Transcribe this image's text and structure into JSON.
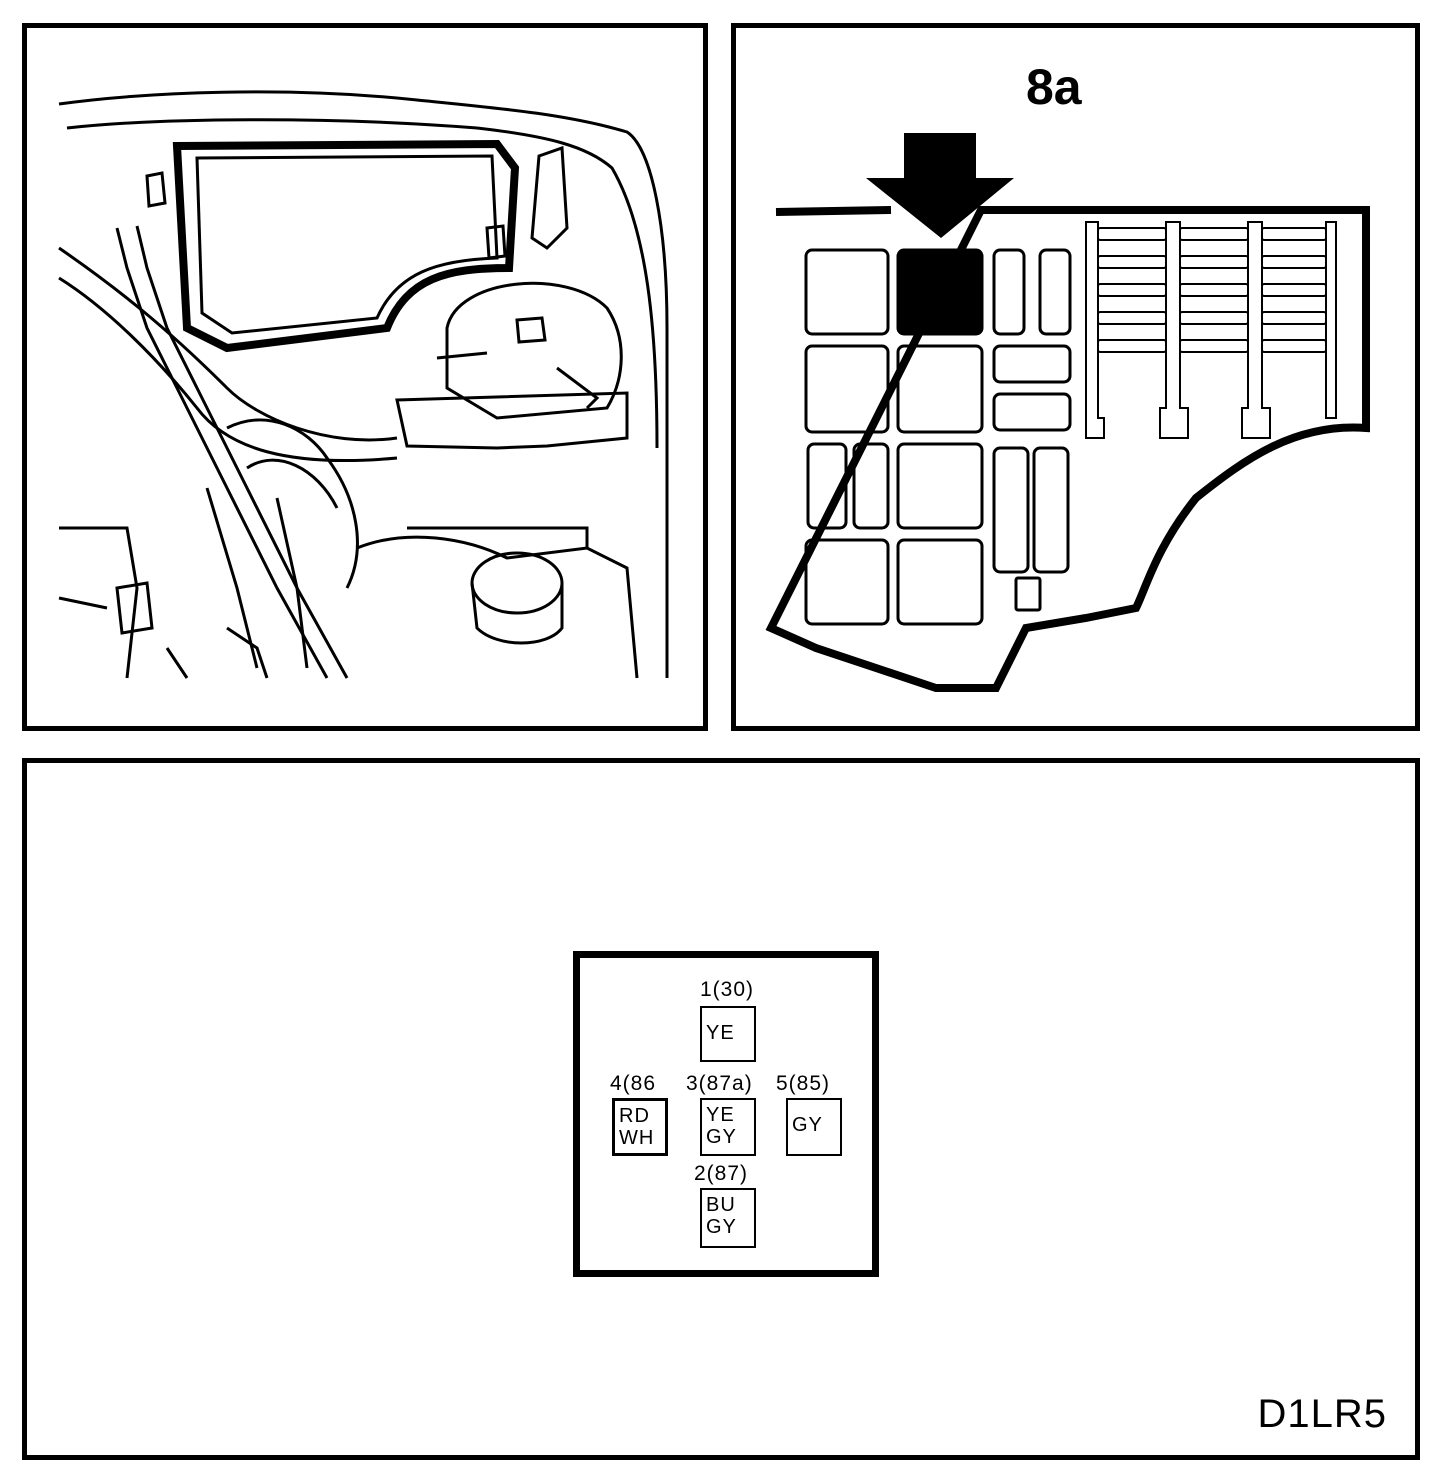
{
  "fuse_box": {
    "title": "8a"
  },
  "connector": {
    "pins": [
      {
        "label": "1(30)",
        "wires": [
          "YE"
        ]
      },
      {
        "label": "4(86",
        "wires": [
          "RD",
          "WH"
        ]
      },
      {
        "label": "3(87a)",
        "wires": [
          "YE",
          "GY"
        ]
      },
      {
        "label": "5(85)",
        "wires": [
          "GY"
        ]
      },
      {
        "label": "2(87)",
        "wires": [
          "BU",
          "GY"
        ]
      }
    ]
  },
  "diagram_code": "D1LR5"
}
